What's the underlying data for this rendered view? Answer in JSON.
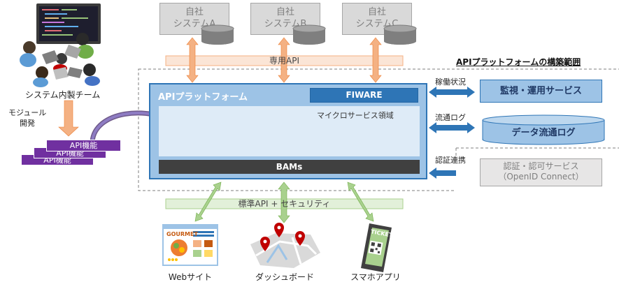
{
  "top_systems": [
    {
      "line1": "自社",
      "line2": "システムA"
    },
    {
      "line1": "自社",
      "line2": "システムB"
    },
    {
      "line1": "自社",
      "line2": "システムC"
    }
  ],
  "dedicated_api_label": "専用API",
  "scope_title": "APIプラットフォームの構築範囲",
  "platform": {
    "title": "APIプラットフォーム",
    "fiware": "FIWARE",
    "microservice_area": "マイクロサービス領域",
    "bams": "BAMs"
  },
  "right_side": {
    "operation_status_label": "稼働状況",
    "monitoring_service": "監視・運用サービス",
    "distribution_log_label": "流通ログ",
    "data_log": "データ流通ログ",
    "auth_link_label": "認証連携",
    "auth_service_line1": "認証・認可サービス",
    "auth_service_line2": "（OpenID Connect）"
  },
  "left_side": {
    "team_label": "システム内製チーム",
    "module_line1": "モジュール",
    "module_line2": "開発",
    "api_cards": [
      "API機能",
      "API機能",
      "API機能"
    ]
  },
  "bottom": {
    "standard_api_label": "標準API + セキュリティ",
    "clients": [
      {
        "label": "Webサイト",
        "icon": "website-icon",
        "text": "GOURMET"
      },
      {
        "label": "ダッシュボード",
        "icon": "map-dashboard-icon"
      },
      {
        "label": "スマホアプリ",
        "icon": "smartphone-ticket-icon",
        "text": "TICKET"
      }
    ]
  },
  "colors": {
    "platform_blue": "#9dc3e6",
    "platform_border": "#2e75b6",
    "fiware": "#2e75b6",
    "bams": "#404040",
    "arrow_orange": "#f4b183",
    "arrow_green": "#a9d18e",
    "api_card_purple": "#7030a0",
    "gray_box": "#d9d9d9"
  }
}
